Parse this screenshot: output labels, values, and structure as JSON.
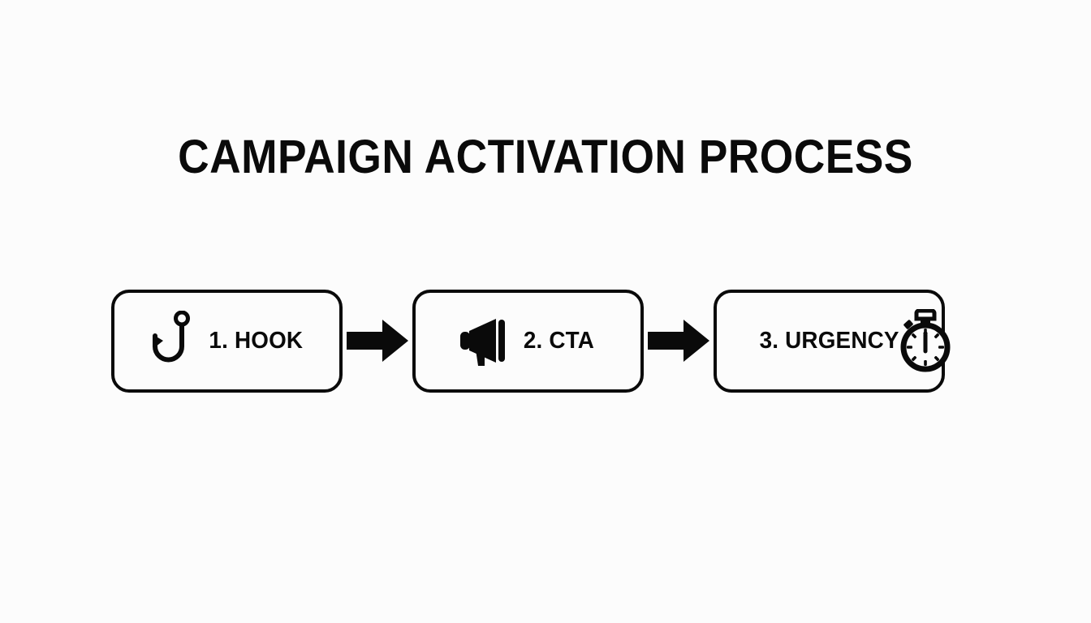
{
  "slide": {
    "background_color": "#fcfcfc",
    "ink_color": "#0a0a0a",
    "title": "CAMPAIGN ACTIVATION PROCESS"
  },
  "diagram": {
    "type": "horizontal-process-flow",
    "step_count": 3,
    "connector": "solid-black-right-arrow",
    "steps": [
      {
        "number": "1",
        "label": "1. HOOK",
        "icon": "fishing-hook-icon",
        "icon_position": "left"
      },
      {
        "number": "2",
        "label": "2. CTA",
        "icon": "megaphone-icon",
        "icon_position": "left"
      },
      {
        "number": "3",
        "label": "3. URGENCY",
        "icon": "stopwatch-icon",
        "icon_position": "right"
      }
    ],
    "arrows": [
      {
        "name": "arrow-1-to-2"
      },
      {
        "name": "arrow-2-to-3"
      }
    ]
  }
}
